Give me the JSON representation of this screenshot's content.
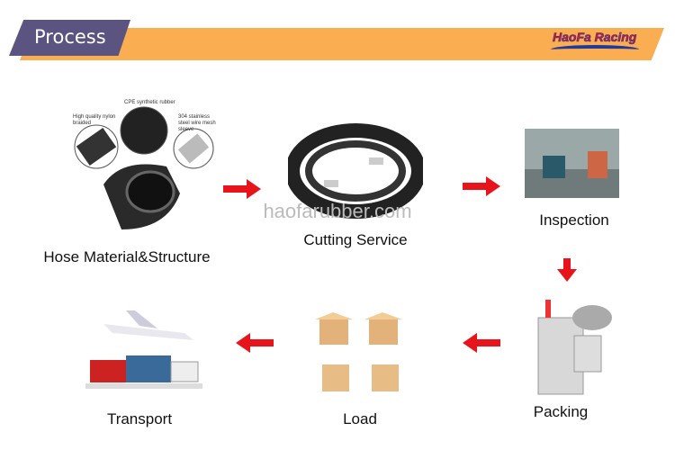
{
  "header": {
    "title": "Process",
    "logo_text": "HaoFa Racing"
  },
  "watermark": "haofarubber.com",
  "steps": [
    {
      "label": "Hose Material&Structure",
      "callouts": [
        "CPE synthetic rubber",
        "High quality nylon braided",
        "304 stainless steel wire mesh sleeve"
      ]
    },
    {
      "label": "Cutting Service"
    },
    {
      "label": "Inspection"
    },
    {
      "label": "Packing"
    },
    {
      "label": "Load"
    },
    {
      "label": "Transport"
    }
  ],
  "colors": {
    "banner": "#fbad52",
    "tag": "#5b5480",
    "arrow": "#e8141c"
  }
}
